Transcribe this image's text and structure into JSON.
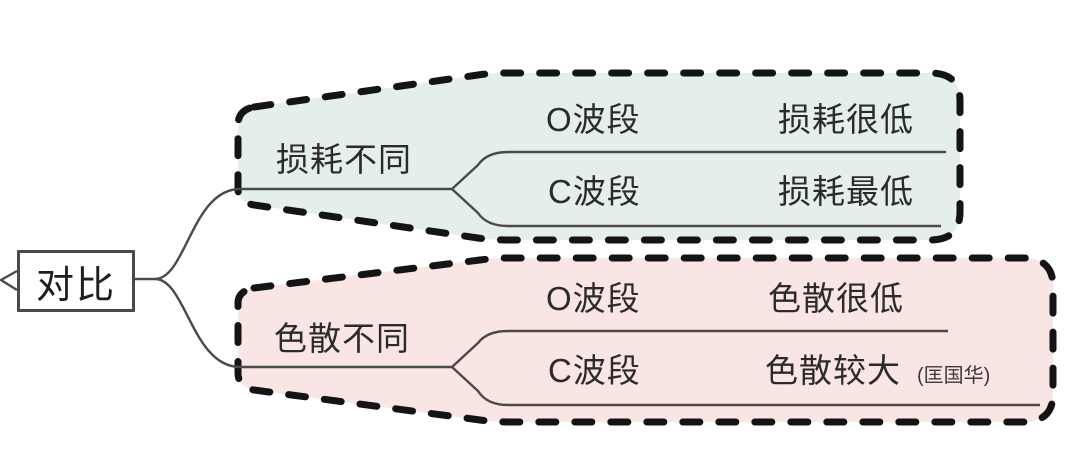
{
  "root": {
    "label": "对比"
  },
  "groups": [
    {
      "id": "loss",
      "label": "损耗不同",
      "fill": "#e4efe9",
      "rows": [
        {
          "band": "O波段",
          "value": "损耗很低"
        },
        {
          "band": "C波段",
          "value": "损耗最低"
        }
      ]
    },
    {
      "id": "dispersion",
      "label": "色散不同",
      "fill": "#f9e5e3",
      "rows": [
        {
          "band": "O波段",
          "value": "色散很低"
        },
        {
          "band": "C波段",
          "value": "色散较大",
          "note": "(匡国华)"
        }
      ]
    }
  ],
  "colors": {
    "boundary_border": "#141414",
    "loss_fill": "#e4efe9",
    "dispersion_fill": "#f9e5e3",
    "line": "#4a4a4a",
    "text": "#2b2b2b"
  }
}
